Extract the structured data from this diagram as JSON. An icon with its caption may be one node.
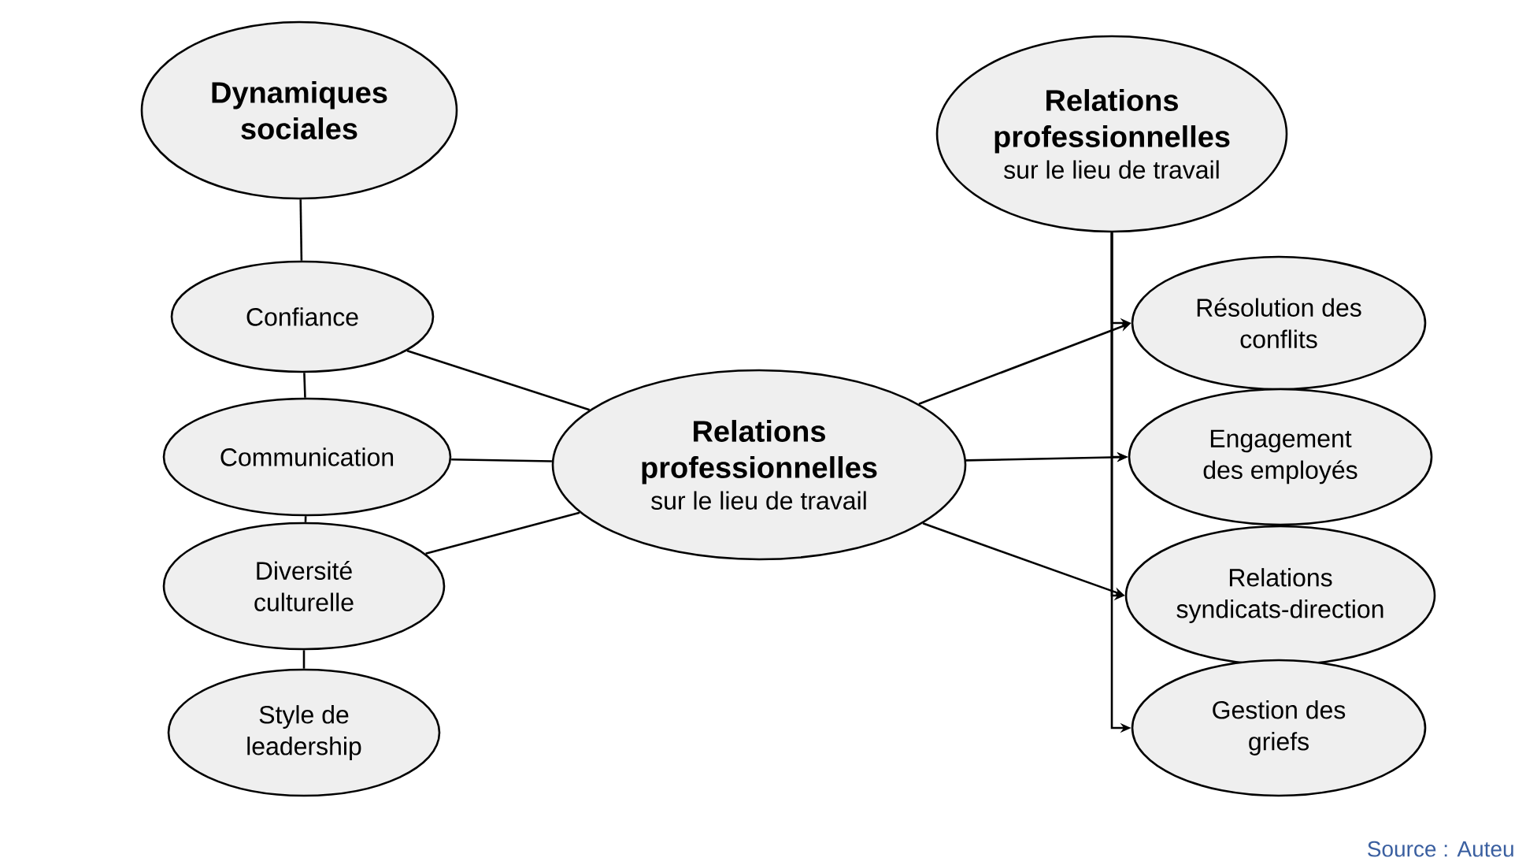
{
  "diagram": {
    "nodes": [
      {
        "text": [
          "Dynamiques sociales"
        ]
      },
      {
        "text": [
          "Confiance"
        ]
      },
      {
        "text": [
          "Communication"
        ]
      },
      {
        "text": [
          "Diversité culturelle"
        ]
      },
      {
        "text": [
          "Style de leadership"
        ]
      },
      {
        "text": [
          "Relations professionnelles",
          "sur le lieu de travail"
        ]
      },
      {
        "text": [
          "Relations professionnelles",
          "sur le lieu de travail"
        ]
      },
      {
        "text": [
          "Résolution des conflits"
        ]
      },
      {
        "text": [
          "Engagement des employés"
        ]
      },
      {
        "text": [
          "Relations syndicats-direction"
        ]
      },
      {
        "text": [
          "Gestion des griefs"
        ]
      }
    ],
    "edges": [
      {
        "from": 0,
        "to": 1,
        "arrow": "none"
      },
      {
        "from": 1,
        "to": 2,
        "arrow": "none"
      },
      {
        "from": 2,
        "to": 3,
        "arrow": "none"
      },
      {
        "from": 3,
        "to": 4,
        "arrow": "none"
      },
      {
        "from": 1,
        "to": 5,
        "arrow": "none"
      },
      {
        "from": 2,
        "to": 5,
        "arrow": "none"
      },
      {
        "from": 3,
        "to": 5,
        "arrow": "none"
      },
      {
        "from": 5,
        "to": 7,
        "arrow": "to"
      },
      {
        "from": 5,
        "to": 8,
        "arrow": "to"
      },
      {
        "from": 5,
        "to": 9,
        "arrow": "to"
      },
      {
        "from": 6,
        "to": 7,
        "arrow": "to"
      },
      {
        "from": 6,
        "to": 8,
        "arrow": "to"
      },
      {
        "from": 6,
        "to": 9,
        "arrow": "to"
      },
      {
        "from": 6,
        "to": 10,
        "arrow": "to"
      }
    ],
    "labels": [
      "Source : Auteu"
    ]
  }
}
